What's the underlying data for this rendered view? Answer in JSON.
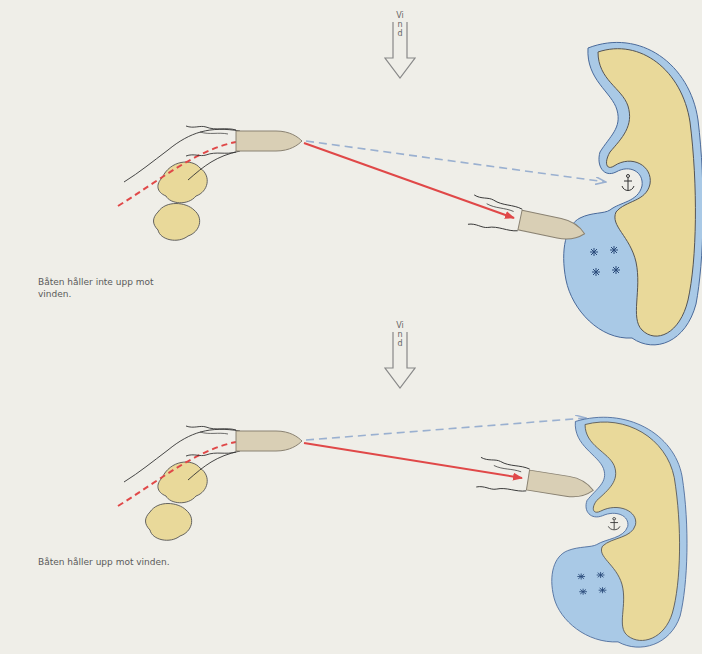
{
  "diagram": {
    "labels": [
      "Vind",
      "Båten håller inte upp mot vinden.",
      "Vind",
      "Båten håller upp mot vinden."
    ]
  }
}
